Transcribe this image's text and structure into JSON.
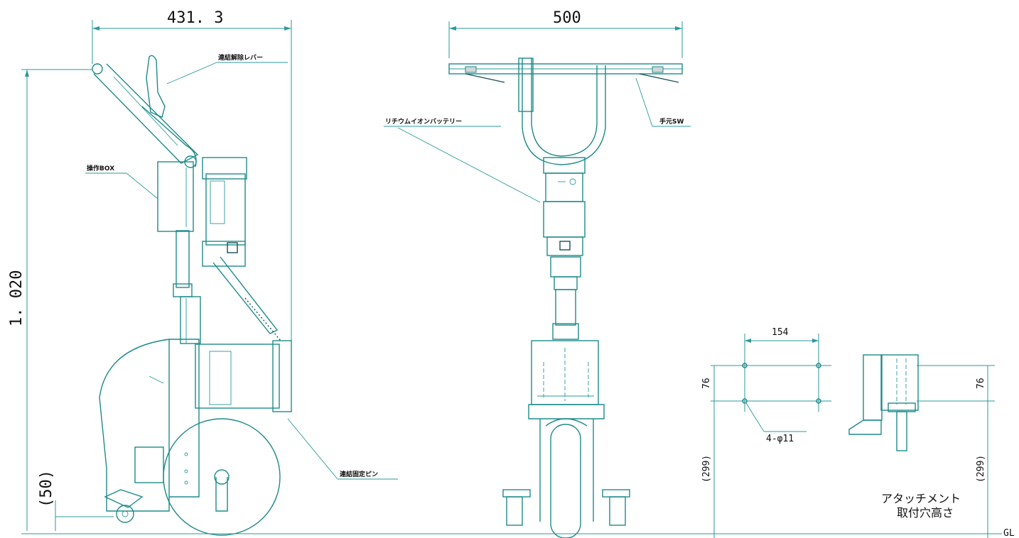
{
  "side_view": {
    "dim_width": "431. 3",
    "dim_height": "1. 020",
    "dim_base": "(50)",
    "label_release_lever": "連結解除レバー",
    "label_control_box": "操作BOX",
    "label_fixing_pin": "連結固定ピン"
  },
  "front_view": {
    "dim_width": "500",
    "label_battery": "リチウムイオンバッテリー",
    "label_hand_switch": "手元SW"
  },
  "attachment_detail": {
    "dim_hole_pitch": "154",
    "dim_vertical_left": "76",
    "dim_height_left": "(299)",
    "label_holes": "4-φ11",
    "dim_vertical_right": "76",
    "dim_height_right": "(299)",
    "caption_line1": "アタッチメント",
    "caption_line2": "取付穴高さ",
    "label_ground": "GL"
  },
  "colors": {
    "line": "#1f8a8a",
    "text": "#111111",
    "background": "#ffffff"
  }
}
